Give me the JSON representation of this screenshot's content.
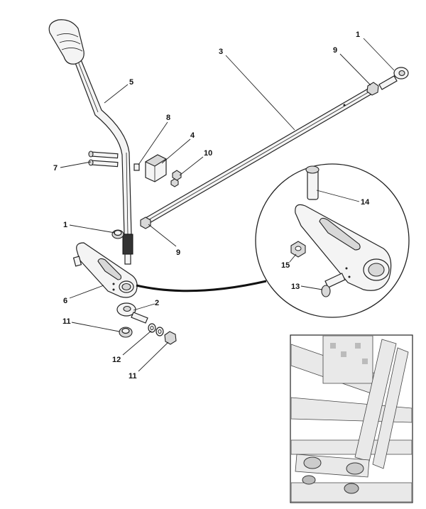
{
  "callouts": {
    "c1_top": "1",
    "c9_top": "9",
    "c3": "3",
    "c5": "5",
    "c8": "8",
    "c4": "4",
    "c10": "10",
    "c7": "7",
    "c1_mid": "1",
    "c9_mid": "9",
    "c6": "6",
    "c2": "2",
    "c11_left": "11",
    "c12": "12",
    "c11_bottom": "11",
    "c14": "14",
    "c15": "15",
    "c13": "13"
  }
}
